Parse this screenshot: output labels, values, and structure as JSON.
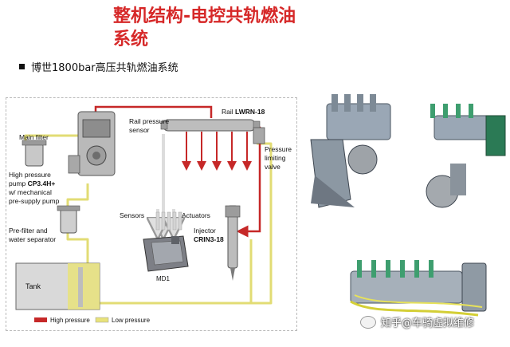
{
  "slide": {
    "title_line1": "整机结构-电控共轨燃油",
    "title_line2": "系统",
    "bullet": "博世1800bar高压共轨燃油系统"
  },
  "diagram": {
    "labels": {
      "main_filter": "Main filter",
      "hp_pump_1": "High pressure",
      "hp_pump_2_prefix": "pump ",
      "hp_pump_2_model": "CP3.4H+",
      "hp_pump_3": "w/ mechanical",
      "hp_pump_4": "pre-supply pump",
      "prefilter_1": "Pre-filter and",
      "prefilter_2": "water separator",
      "tank": "Tank",
      "rail_pressure_sensor_1": "Rail pressure",
      "rail_pressure_sensor_2": "sensor",
      "rail_prefix": "Rail ",
      "rail_model": "LWRN-18",
      "plv_1": "Pressure",
      "plv_2": "limiting",
      "plv_3": "valve",
      "sensors": "Sensors",
      "actuators": "Actuators",
      "injector": "Injector",
      "injector_model": "CRIN3-18",
      "ecu": "MD1"
    },
    "legend": {
      "high": "High pressure",
      "low": "Low pressure"
    },
    "colors": {
      "high_pressure": "#c62828",
      "low_pressure": "#e6e07a"
    }
  },
  "watermark": "知乎@车骑虚拟维修"
}
